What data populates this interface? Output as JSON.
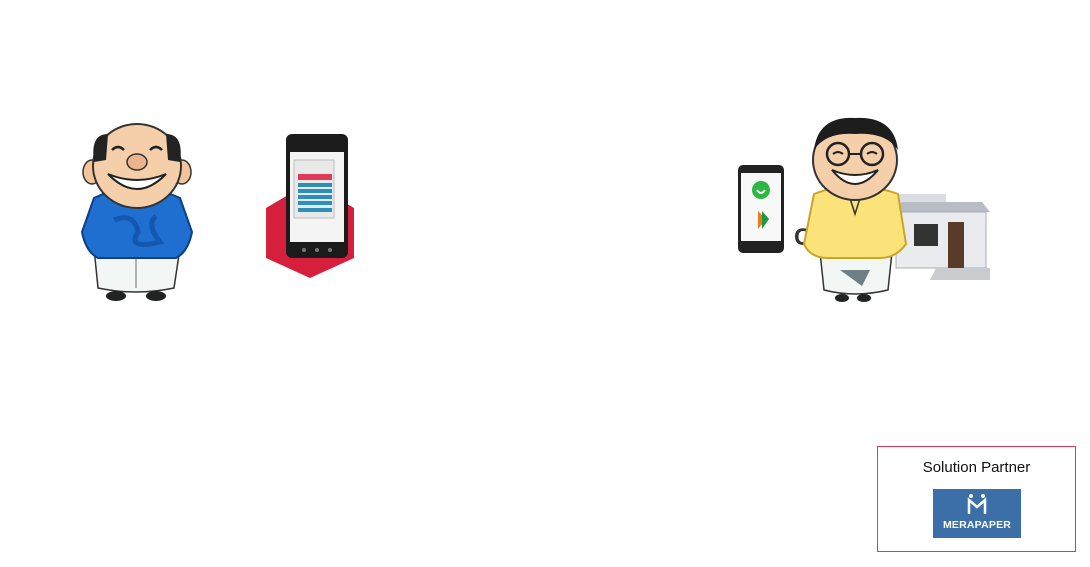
{
  "illustrations": {
    "left_person": "smiling-man-blue-shirt",
    "document_phone": "phone-document-icon",
    "apps_phone": "phone-whatsapp-bhim-icon",
    "right_person": "smiling-man-yellow-shirt",
    "house": "village-house"
  },
  "letter_fragment": "C",
  "partner": {
    "title": "Solution Partner",
    "logo_text": "MERAPAPER",
    "logo_mark": "M",
    "logo_color": "#3c6ea7",
    "border_color": "#dc3a5a"
  },
  "colors": {
    "accent_red": "#d61f3c",
    "shirt_blue": "#1e6fd0",
    "shirt_yellow": "#fbe37a",
    "whatsapp_green": "#2bb741"
  }
}
